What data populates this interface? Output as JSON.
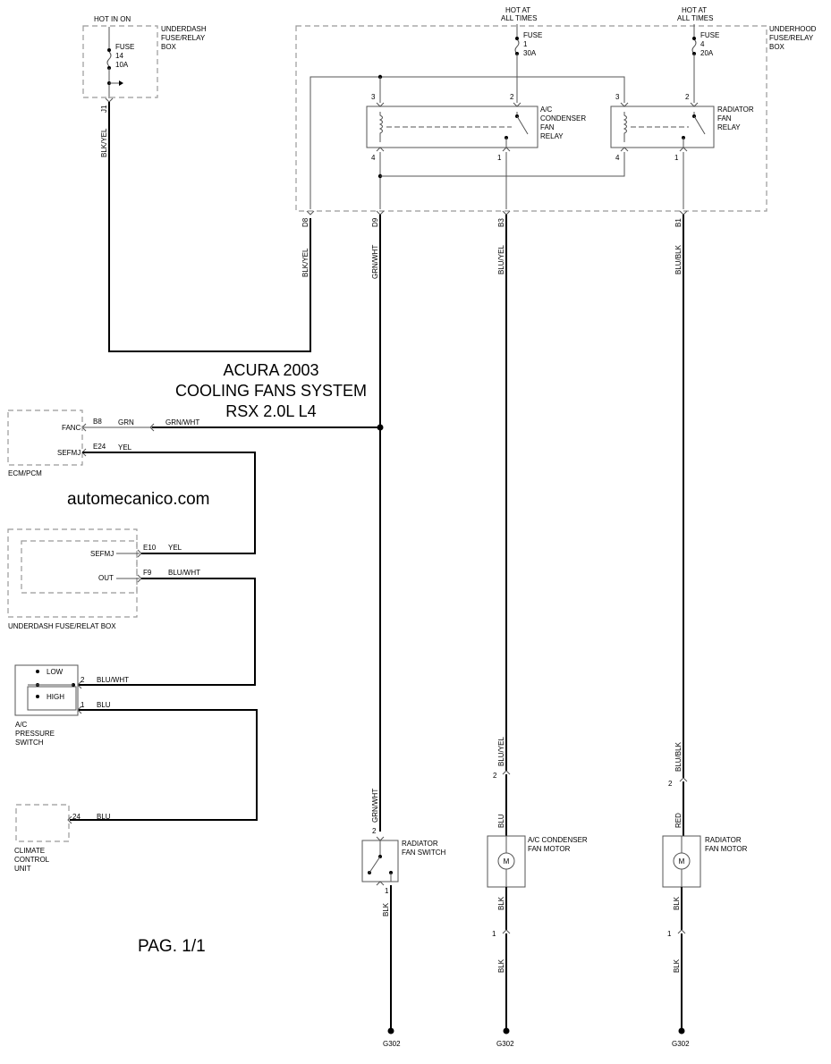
{
  "title": {
    "line1": "ACURA 2003",
    "line2": "COOLING FANS SYSTEM",
    "line3": "RSX 2.0L L4"
  },
  "website": "automecanico.com",
  "page_label": "PAG. 1/1",
  "underdash_box": {
    "hot_label": "HOT IN ON",
    "name_l1": "UNDERDASH",
    "name_l2": "FUSE/RELAY",
    "name_l3": "BOX",
    "fuse_label": "FUSE",
    "fuse_num": "14",
    "fuse_amp": "10A",
    "connector": "J1"
  },
  "underhood_box": {
    "name_l1": "UNDERHOOD",
    "name_l2": "FUSE/RELAY",
    "name_l3": "BOX",
    "fuse1": {
      "hot_l1": "HOT AT",
      "hot_l2": "ALL TIMES",
      "label": "FUSE",
      "num": "1",
      "amp": "30A"
    },
    "fuse2": {
      "hot_l1": "HOT AT",
      "hot_l2": "ALL TIMES",
      "label": "FUSE",
      "num": "4",
      "amp": "20A"
    },
    "relay1": {
      "l1": "A/C",
      "l2": "CONDENSER",
      "l3": "FAN",
      "l4": "RELAY",
      "p3": "3",
      "p2": "2",
      "p4": "4",
      "p1": "1"
    },
    "relay2": {
      "l1": "RADIATOR",
      "l2": "FAN",
      "l3": "RELAY",
      "p3": "3",
      "p2": "2",
      "p4": "4",
      "p1": "1"
    },
    "connectors": {
      "d8": "D8",
      "d9": "D9",
      "b3": "B3",
      "b1": "B1"
    }
  },
  "wires": {
    "blk_yel": "BLK/YEL",
    "grn_wht": "GRN/WHT",
    "blu_yel": "BLU/YEL",
    "blu_blk": "BLU/BLK",
    "grn": "GRN",
    "yel": "YEL",
    "blu_wht": "BLU/WHT",
    "blu": "BLU",
    "red": "RED",
    "blk": "BLK"
  },
  "ecm": {
    "name": "ECM/PCM",
    "fanc": "FANC",
    "sefmj": "SEFMJ",
    "pin_b8": "B8",
    "pin_e24": "E24"
  },
  "underdash_relat": {
    "name": "UNDERDASH FUSE/RELAT BOX",
    "sefmj": "SEFMJ",
    "out": "OUT",
    "pin_e10": "E10",
    "pin_f9": "F9"
  },
  "pressure_switch": {
    "low": "LOW",
    "high": "HIGH",
    "pin2": "2",
    "pin1": "1",
    "name_l1": "A/C",
    "name_l2": "PRESSURE",
    "name_l3": "SWITCH"
  },
  "climate": {
    "name_l1": "CLIMATE",
    "name_l2": "CONTROL",
    "name_l3": "UNIT",
    "pin": "24"
  },
  "fan_switch": {
    "name_l1": "RADIATOR",
    "name_l2": "FAN SWITCH",
    "pin2": "2",
    "pin1": "1"
  },
  "ac_motor": {
    "name_l1": "A/C CONDENSER",
    "name_l2": "FAN MOTOR",
    "pin2": "2",
    "pin1": "1",
    "symbol": "M"
  },
  "rad_motor": {
    "name_l1": "RADIATOR",
    "name_l2": "FAN MOTOR",
    "pin2": "2",
    "pin1": "1",
    "symbol": "M"
  },
  "ground": "G302"
}
